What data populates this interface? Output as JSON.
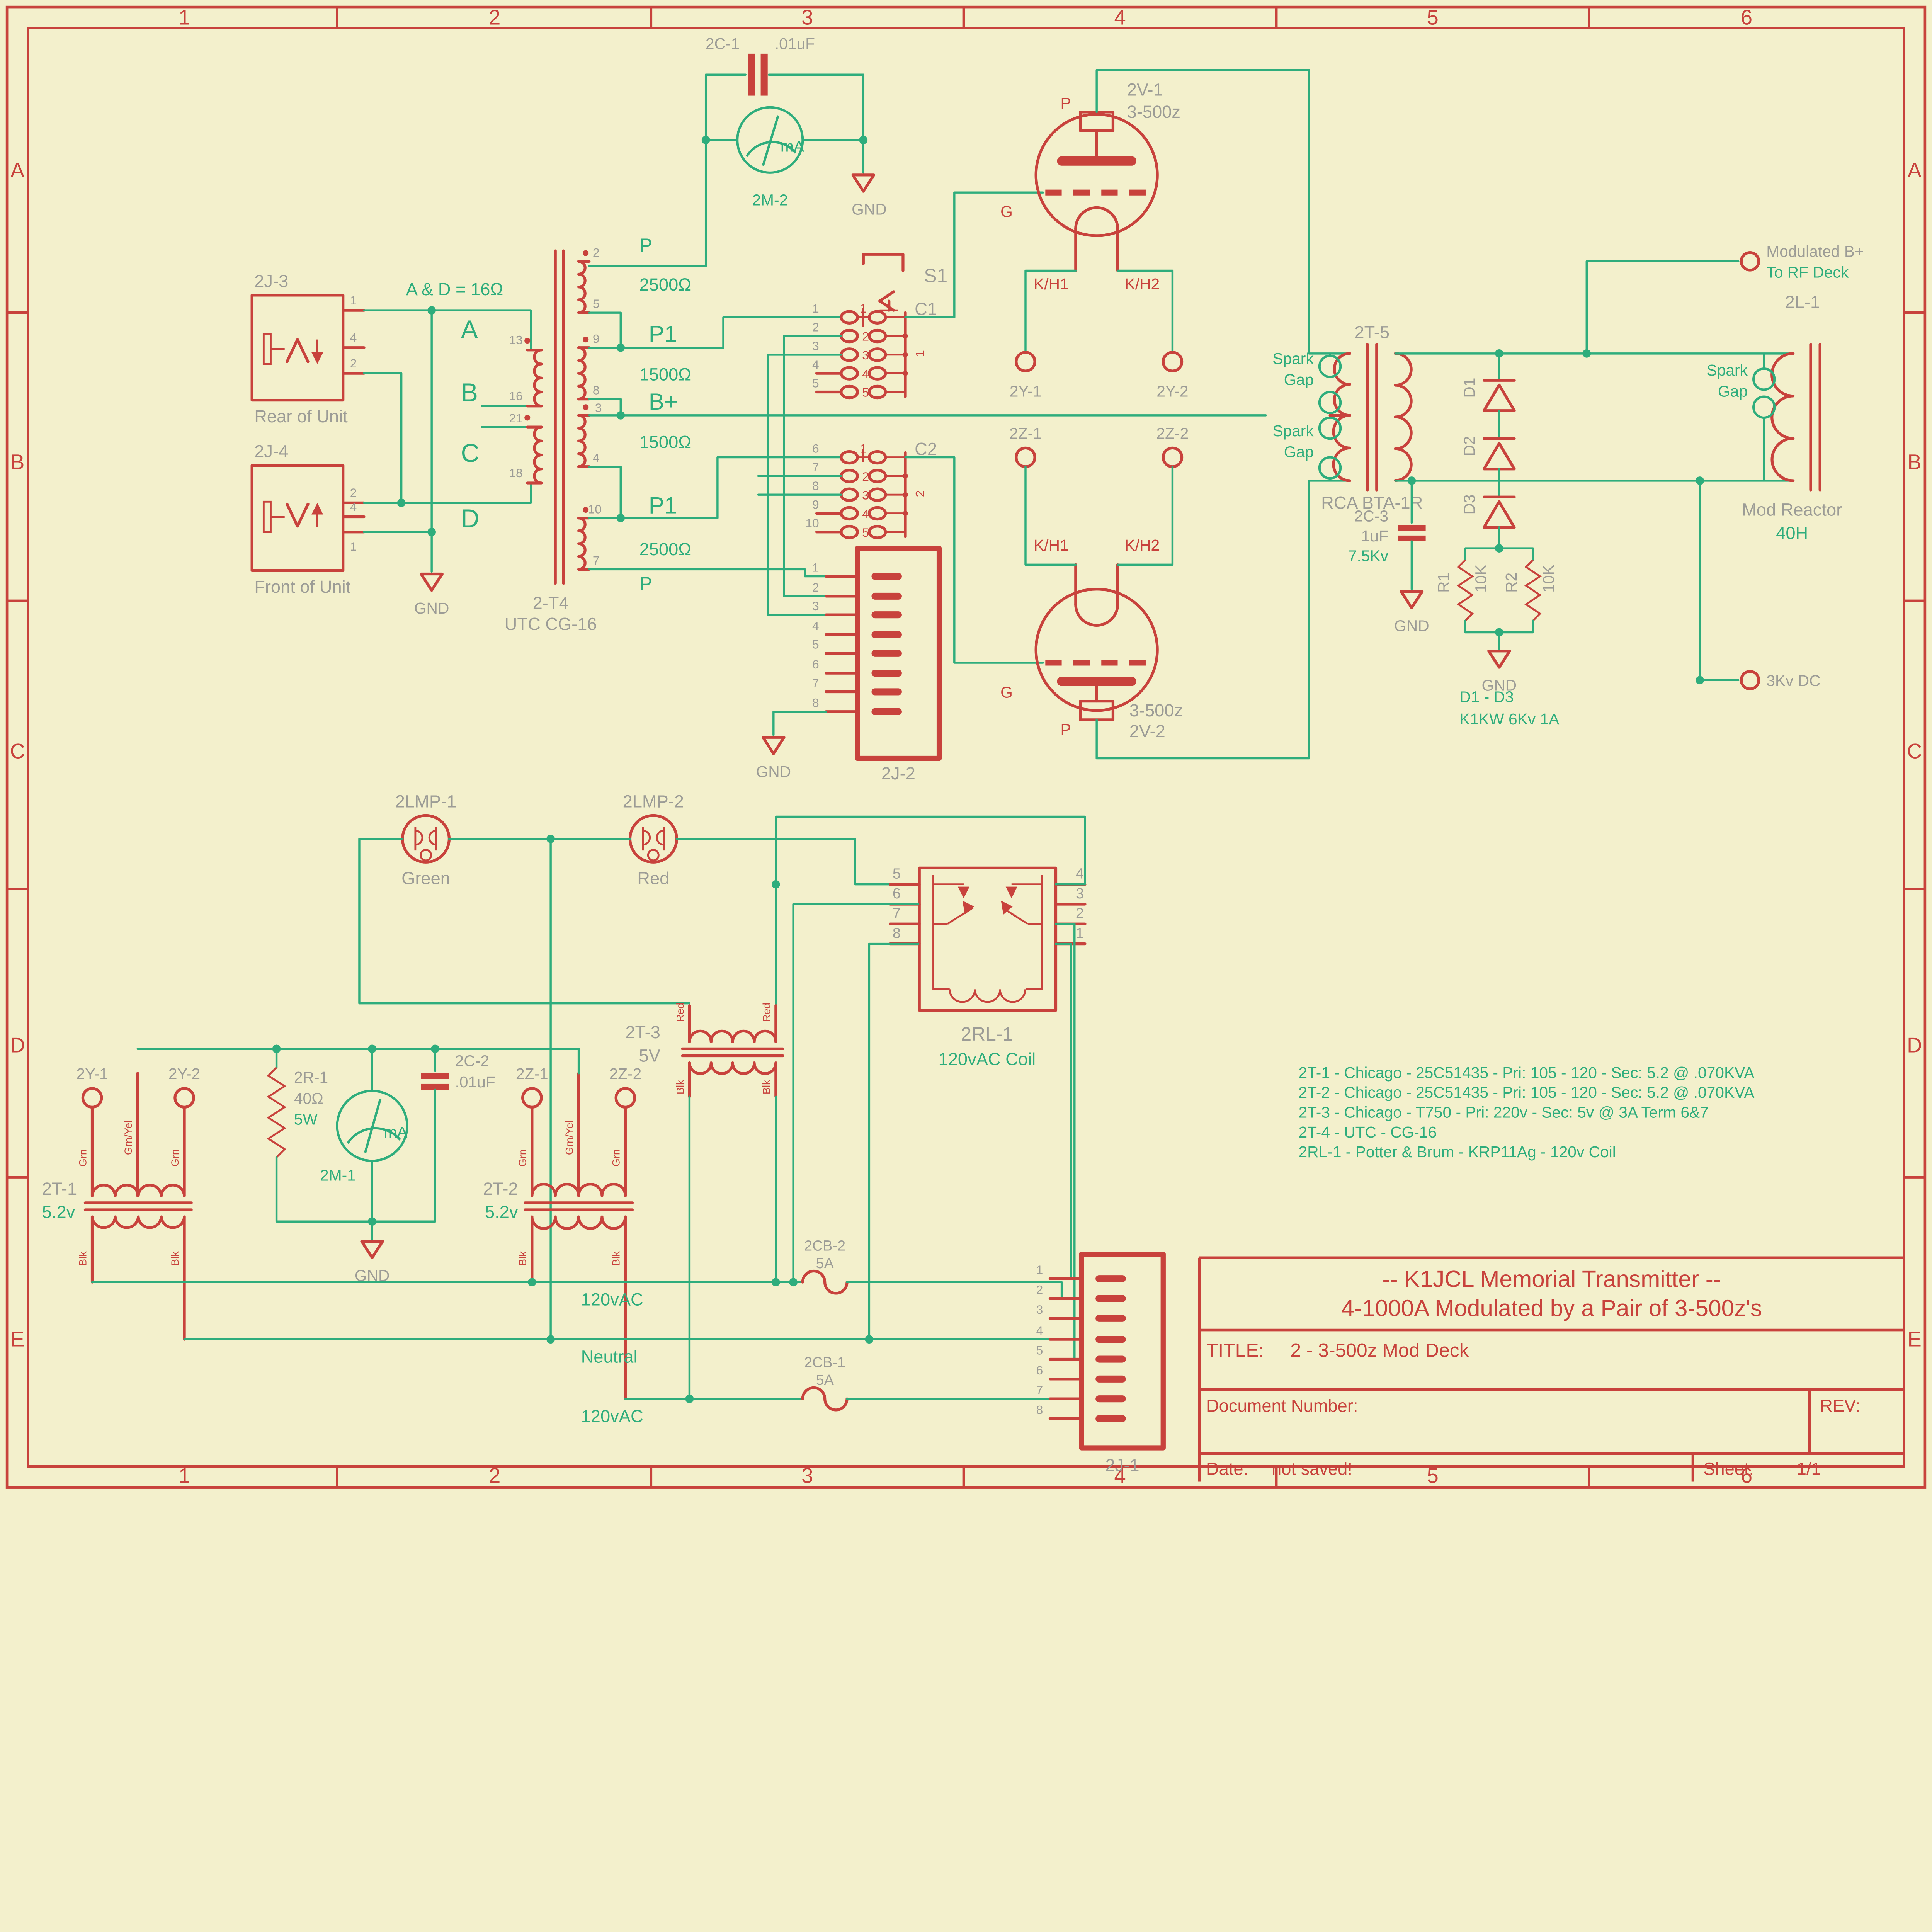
{
  "app": {
    "type": "schematic-editor-canvas"
  },
  "frame": {
    "cols": [
      "1",
      "2",
      "3",
      "4",
      "5",
      "6"
    ],
    "rows": [
      "A",
      "B",
      "C",
      "D",
      "E"
    ]
  },
  "title": {
    "line1": "-- K1JCL Memorial Transmitter --",
    "line2": "4-1000A Modulated by a Pair of 3-500z's",
    "title_label": "TITLE:",
    "title_value": "2 - 3-500z Mod Deck",
    "doc_label": "Document Number:",
    "rev_label": "REV:",
    "date_label": "Date:",
    "date_value": "not saved!",
    "sheet_label": "Sheet:",
    "sheet_value": "1/1"
  },
  "notes": [
    "2T-1 - Chicago - 25C51435 - Pri: 105 - 120 -  Sec: 5.2 @ .070KVA",
    "2T-2 - Chicago - 25C51435 - Pri: 105 - 120 - Sec: 5.2 @ .070KVA",
    "2T-3 - Chicago - T750 - Pri: 220v - Sec: 5v @ 3A Term 6&7",
    "2T-4 - UTC - CG-16",
    "2RL-1 - Potter & Brum - KRP11Ag - 120v Coil"
  ],
  "num": {
    "1": "1",
    "2": "2",
    "3": "3",
    "4": "4",
    "5": "5",
    "6": "6",
    "7": "7",
    "8": "8",
    "9": "9",
    "10": "10",
    "13": "13",
    "16": "16",
    "18": "18",
    "21": "21"
  },
  "parts": {
    "gnd": "GND",
    "ma": "mA",
    "tube": "3-500z",
    "c1": {
      "ref": "2C-1",
      "val": ".01uF"
    },
    "m2": {
      "ref": "2M-2"
    },
    "j3": {
      "ref": "2J-3",
      "cap": "Rear of Unit"
    },
    "j4": {
      "ref": "2J-4",
      "cap": "Front of Unit"
    },
    "ad": "A & D = 16Ω",
    "taps": {
      "a": "A",
      "b": "B",
      "c": "C",
      "d": "D"
    },
    "t4": {
      "ref": "2-T4",
      "val": "UTC CG-16",
      "p": "P",
      "p1": "P1",
      "bplus": "B+",
      "o2500": "2500Ω",
      "o1500": "1500Ω"
    },
    "s1": {
      "ref": "S1",
      "c1": "C1",
      "c2": "C2"
    },
    "v1": {
      "ref": "2V-1"
    },
    "v2": {
      "ref": "2V-2"
    },
    "pin_p": "P",
    "pin_g": "G",
    "kh1": "K/H1",
    "kh2": "K/H2",
    "y1": "2Y-1",
    "y2": "2Y-2",
    "z1": "2Z-1",
    "z2": "2Z-2",
    "t5": {
      "ref": "2T-5",
      "val": "RCA BTA-1R"
    },
    "spark": "Spark",
    "gap": "Gap",
    "modb": "Modulated B+",
    "torf": "To RF Deck",
    "l1": {
      "ref": "2L-1",
      "name": "Mod Reactor",
      "val": "40H"
    },
    "kv3": "3Kv DC",
    "d": {
      "d1": "D1",
      "d2": "D2",
      "d3": "D3",
      "note1": "D1 - D3",
      "note2": "K1KW 6Kv 1A"
    },
    "c3": {
      "ref": "2C-3",
      "val": "1uF",
      "kv": "7.5Kv"
    },
    "r": {
      "r1": "R1",
      "r2": "R2",
      "val": "10K"
    },
    "lmp1": {
      "ref": "2LMP-1",
      "color": "Green"
    },
    "lmp2": {
      "ref": "2LMP-2",
      "color": "Red"
    },
    "rl1": {
      "ref": "2RL-1",
      "val": "120vAC Coil"
    },
    "t3": {
      "ref": "2T-3",
      "val": "5V"
    },
    "wire": {
      "red": "Red",
      "blk": "Blk",
      "grn": "Grn",
      "grnyel": "Grn/Yel"
    },
    "t1": {
      "ref": "2T-1",
      "val": "5.2v"
    },
    "t2": {
      "ref": "2T-2",
      "val": "5.2v"
    },
    "r1b": {
      "ref": "2R-1",
      "val": "40Ω",
      "w": "5W"
    },
    "m1": {
      "ref": "2M-1"
    },
    "c2": {
      "ref": "2C-2",
      "val": ".01uF"
    },
    "pwr": {
      "hot": "120vAC",
      "neutral": "Neutral"
    },
    "cb1": {
      "ref": "2CB-1",
      "val": "5A"
    },
    "cb2": {
      "ref": "2CB-2",
      "val": "5A"
    },
    "j2": {
      "ref": "2J-2"
    },
    "j1": {
      "ref": "2J-1"
    }
  }
}
